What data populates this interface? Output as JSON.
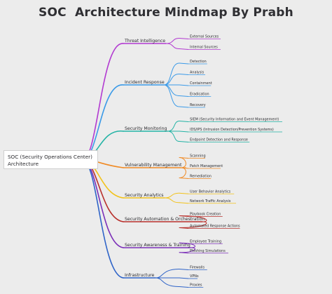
{
  "title": "SOC  Architecture Mindmap By Prabh",
  "root": {
    "line1": "SOC (Security Operations Center)",
    "line2": "Architecture"
  },
  "branches": [
    {
      "label": "Threat Intelligence",
      "color": "#b23ad1",
      "leaves": [
        "External Sources",
        "Internal Sources"
      ]
    },
    {
      "label": "Incident Response",
      "color": "#3a9ae8",
      "leaves": [
        "Detection",
        "Analysis",
        "Containment",
        "Eradication",
        "Recovery"
      ]
    },
    {
      "label": "Security Monitoring",
      "color": "#23b3a5",
      "leaves": [
        "SIEM (Security Information and Event Management)",
        "IDS/IPS (Intrusion Detection/Prevention Systems)",
        "Endpoint Detection and Response"
      ]
    },
    {
      "label": "Vulnerability Management",
      "color": "#f08a24",
      "leaves": [
        "Scanning",
        "Patch Management",
        "Remediation"
      ]
    },
    {
      "label": "Security Analytics",
      "color": "#f2c21b",
      "leaves": [
        "User Behavior Analytics",
        "Network Traffic Analysis"
      ]
    },
    {
      "label": "Security Automation & Orchestration",
      "color": "#b8302c",
      "leaves": [
        "Playbook Creation",
        "Automated Response Actions"
      ]
    },
    {
      "label": "Security Awareness & Training",
      "color": "#7b2fb8",
      "leaves": [
        "Employee Training",
        "Phishing Simulations"
      ]
    },
    {
      "label": "Infrastructure",
      "color": "#2f64c8",
      "leaves": [
        "Firewalls",
        "VPNs",
        "Proxies"
      ]
    }
  ]
}
